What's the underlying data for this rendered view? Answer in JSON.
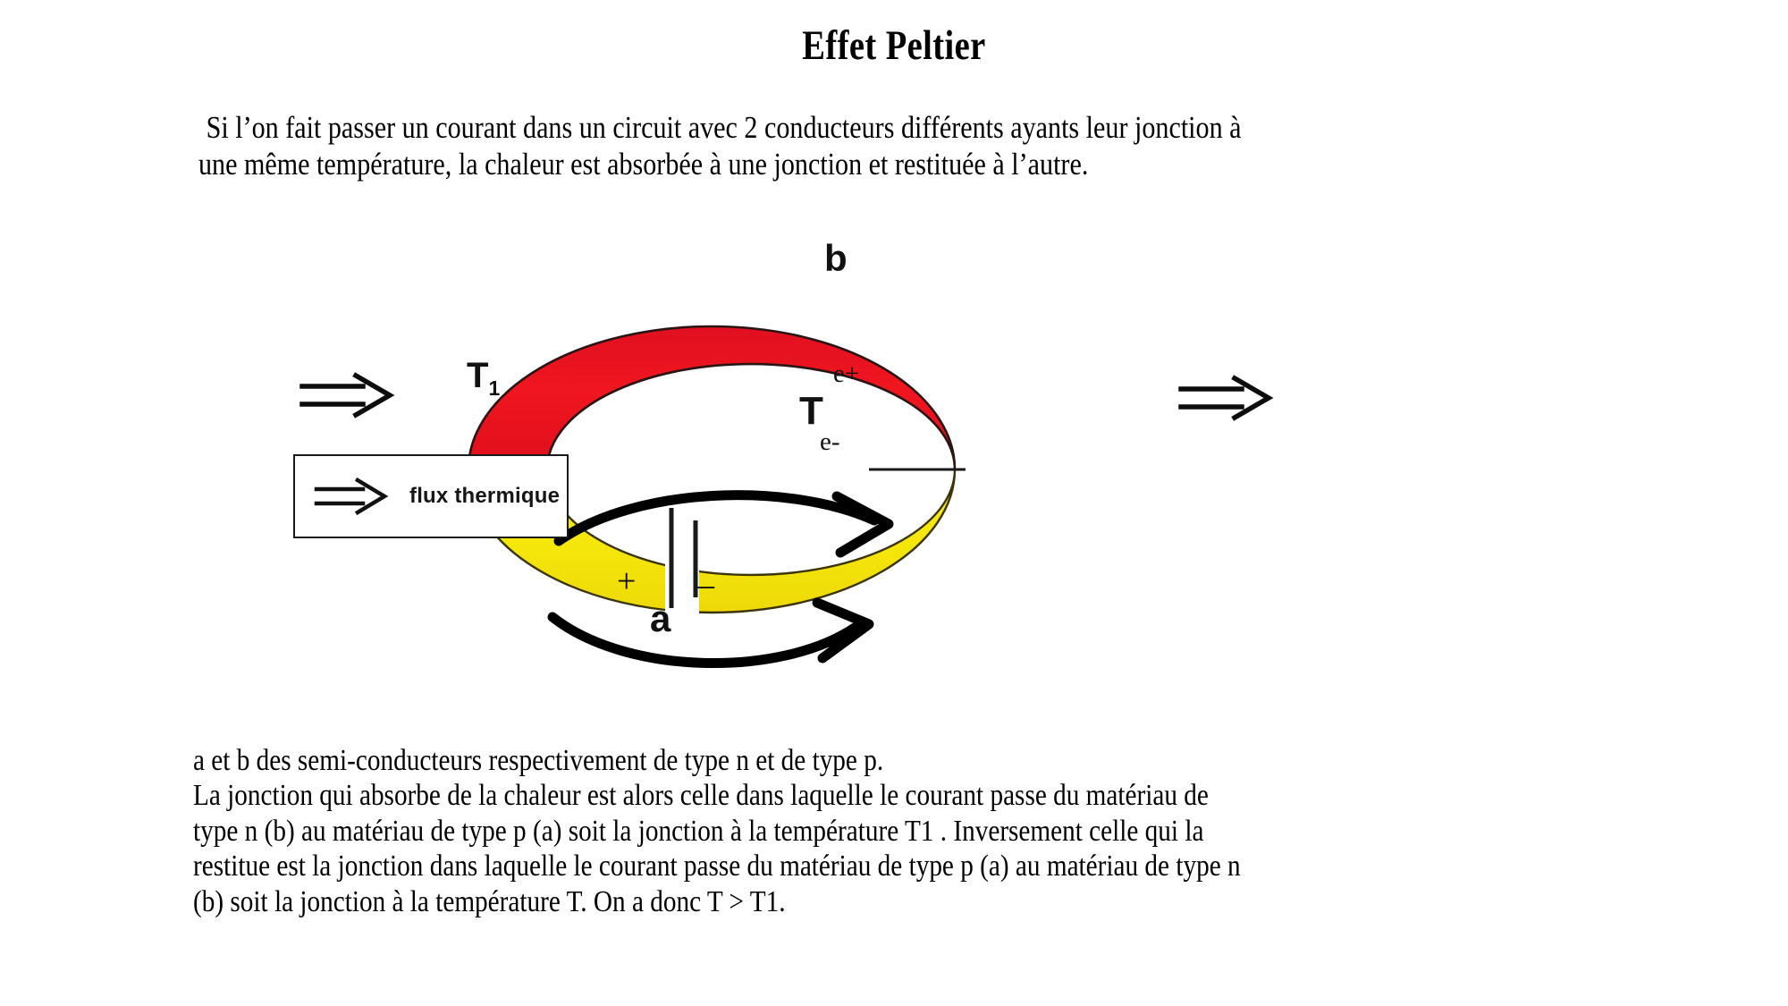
{
  "slide": {
    "title": "Effet Peltier",
    "intro_lines": [
      "Si l’on fait passer un courant dans un circuit avec 2 conducteurs différents ayants leur jonction à",
      "une même température, la chaleur est absorbée à une jonction et restituée à l’autre."
    ],
    "outro_lines": [
      "a et b des semi-conducteurs respectivement de type n et de type p.",
      "La jonction qui absorbe de la chaleur est alors celle dans laquelle le courant passe du matériau de",
      "type n (b) au matériau de type p (a) soit la jonction à la température T1 . Inversement celle qui la",
      "restitue est la jonction dans laquelle le courant passe du matériau de type p (a) au matériau de type n",
      "(b) soit la jonction à la température T. On a donc T > T1."
    ]
  },
  "diagram": {
    "conductor_top_label": "b",
    "conductor_bottom_label": "a",
    "junction_left_label": "T",
    "junction_left_sub": "1",
    "junction_right_label": "T",
    "carrier_positive_label": "e+",
    "carrier_negative_label": "e-",
    "battery_positive_label": "+",
    "battery_negative_label": "–",
    "legend_label": "flux thermique",
    "colors": {
      "conductor_top": "#ED1B24",
      "conductor_bottom": "#F5E70C",
      "outline": "#1a1a1a",
      "arrow": "#000000",
      "background": "#ffffff"
    }
  }
}
